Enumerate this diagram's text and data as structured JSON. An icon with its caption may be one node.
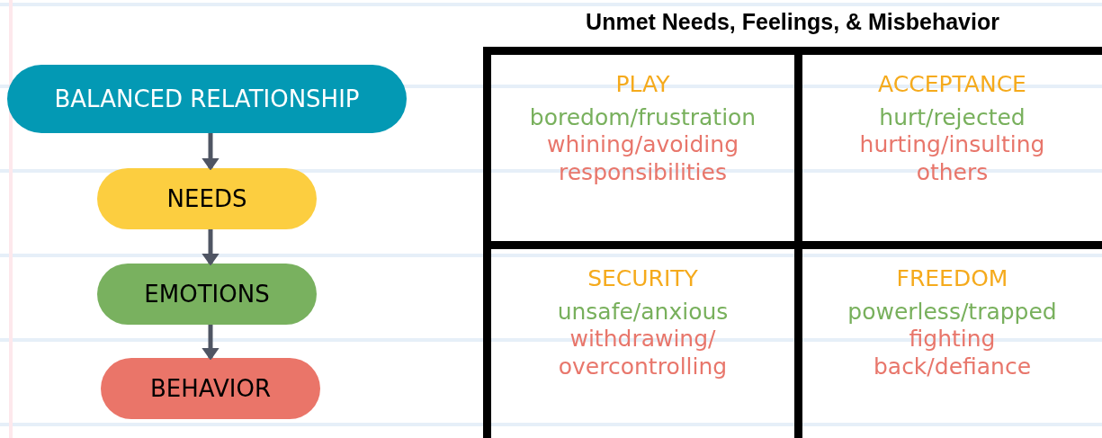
{
  "diagram": {
    "title": "Unmet Needs, Feelings, & Misbehavior",
    "nodes": [
      {
        "text": [
          "BALANCED RELATIONSHIP"
        ]
      },
      {
        "text": [
          "NEEDS"
        ]
      },
      {
        "text": [
          "EMOTIONS"
        ]
      },
      {
        "text": [
          "BEHAVIOR"
        ]
      },
      {
        "text": [
          "PLAY",
          "boredom/frustration",
          "whining/avoiding responsibilities"
        ]
      },
      {
        "text": [
          "ACCEPTANCE",
          "hurt/rejected",
          "hurting/insulting others"
        ]
      },
      {
        "text": [
          "SECURITY",
          "unsafe/anxious",
          "withdrawing/ overcontrolling"
        ]
      },
      {
        "text": [
          "FREEDOM",
          "powerless/trapped",
          "fighting back/defiance"
        ]
      }
    ],
    "edges": [
      {
        "from": 0,
        "to": 1,
        "arrow": "to"
      },
      {
        "from": 1,
        "to": 2,
        "arrow": "to"
      },
      {
        "from": 2,
        "to": 3,
        "arrow": "to"
      }
    ]
  }
}
